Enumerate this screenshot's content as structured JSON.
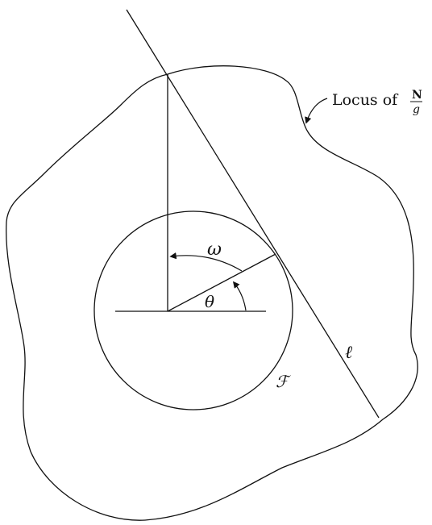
{
  "labels": {
    "locus_prefix": "Locus of",
    "locus_numerator": "N",
    "locus_denominator": "g",
    "omega": "ω",
    "theta": "θ",
    "line": "ℓ",
    "circle": "ℱ"
  },
  "colors": {
    "stroke": "#111111",
    "background": "#ffffff"
  }
}
